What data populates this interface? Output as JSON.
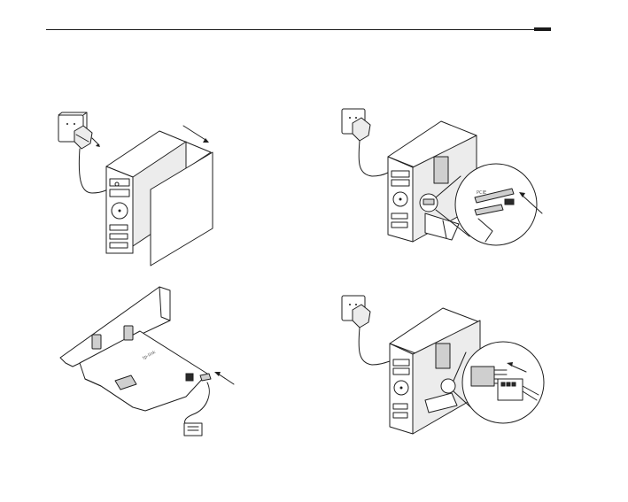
{
  "page": {
    "background": "#ffffff",
    "rule_color": "#1a1a1a",
    "line_color": "#1f1f1f"
  },
  "illustrations": [
    {
      "id": "step-1",
      "icon": "unplug-power-open-case-icon"
    },
    {
      "id": "step-2",
      "icon": "pcie-slot-location-icon"
    },
    {
      "id": "step-3",
      "icon": "pcie-adapter-cable-icon"
    },
    {
      "id": "step-4",
      "icon": "connect-header-cable-icon"
    }
  ],
  "adapter": {
    "brand_mark": "tp-link"
  }
}
